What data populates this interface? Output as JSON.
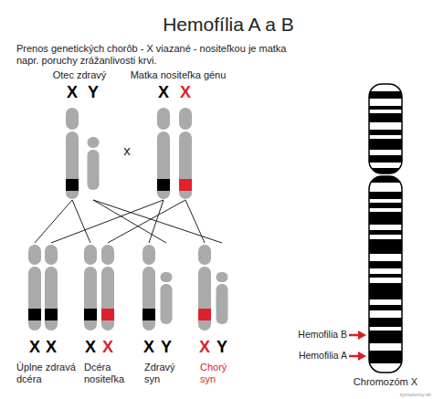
{
  "diagram": {
    "title": "Hemofília A a B",
    "nodes": [
      {
        "text": [
          "Otec zdravý",
          "X",
          "Y"
        ]
      },
      {
        "text": [
          "Matka nositeľka génu",
          "X",
          "X"
        ]
      },
      {
        "text": [
          "X",
          "X",
          "Úplne zdravá dcéra"
        ]
      },
      {
        "text": [
          "X",
          "X",
          "Dcéra nositeľka"
        ]
      },
      {
        "text": [
          "X",
          "Y",
          "Zdravý syn"
        ]
      },
      {
        "text": [
          "X",
          "Y",
          "Chorý syn"
        ]
      },
      {
        "text": [
          "Chromozóm X"
        ]
      }
    ],
    "edges": [
      {
        "from": 0,
        "to": 2,
        "arrow": "none"
      },
      {
        "from": 0,
        "to": 3,
        "arrow": "none"
      },
      {
        "from": 0,
        "to": 4,
        "arrow": "none"
      },
      {
        "from": 0,
        "to": 5,
        "arrow": "none"
      },
      {
        "from": 1,
        "to": 2,
        "arrow": "none"
      },
      {
        "from": 1,
        "to": 3,
        "arrow": "none"
      },
      {
        "from": 1,
        "to": 4,
        "arrow": "none"
      },
      {
        "from": 1,
        "to": 5,
        "arrow": "none"
      }
    ],
    "labels": [
      "Prenos genetických chorôb - X viazané - nositeľkou je matka napr. poruchy zrážanlivosti krvi.",
      "x",
      "Hemofilia B",
      "Hemofilia A",
      "symptomy.sk"
    ]
  }
}
